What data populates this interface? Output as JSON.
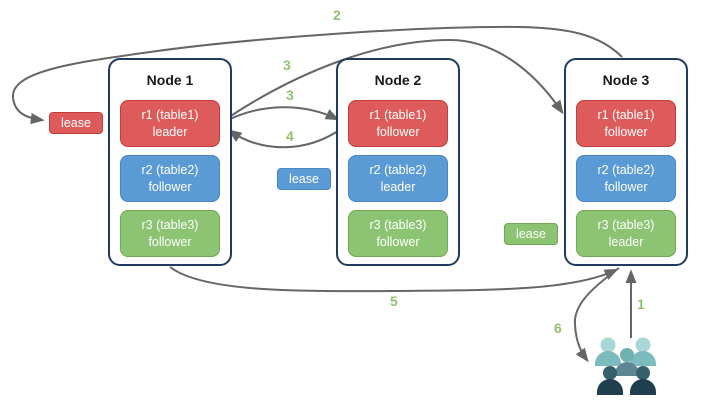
{
  "nodes": [
    {
      "title": "Node 1",
      "replicas": [
        {
          "name": "r1 (table1)",
          "role": "leader",
          "color": "red"
        },
        {
          "name": "r2 (table2)",
          "role": "follower",
          "color": "blue"
        },
        {
          "name": "r3 (table3)",
          "role": "follower",
          "color": "green"
        }
      ]
    },
    {
      "title": "Node 2",
      "replicas": [
        {
          "name": "r1 (table1)",
          "role": "follower",
          "color": "red"
        },
        {
          "name": "r2 (table2)",
          "role": "leader",
          "color": "blue"
        },
        {
          "name": "r3 (table3)",
          "role": "follower",
          "color": "green"
        }
      ]
    },
    {
      "title": "Node 3",
      "replicas": [
        {
          "name": "r1 (table1)",
          "role": "follower",
          "color": "red"
        },
        {
          "name": "r2 (table2)",
          "role": "follower",
          "color": "blue"
        },
        {
          "name": "r3 (table3)",
          "role": "leader",
          "color": "green"
        }
      ]
    }
  ],
  "leases": [
    {
      "label": "lease",
      "color": "red"
    },
    {
      "label": "lease",
      "color": "blue"
    },
    {
      "label": "lease",
      "color": "green"
    }
  ],
  "steps": [
    {
      "label": "2"
    },
    {
      "label": "3"
    },
    {
      "label": "3"
    },
    {
      "label": "4"
    },
    {
      "label": "5"
    },
    {
      "label": "6"
    },
    {
      "label": "1"
    }
  ],
  "icons": {
    "clients": "users-group-icon"
  },
  "colors": {
    "arrow": "#666666",
    "step-number": "#8fc36e",
    "node-border": "#1f3a63",
    "red-fill": "#dd5b5b",
    "red-border": "#c43c3c",
    "blue-fill": "#5b9bd5",
    "blue-border": "#4a86c6",
    "green-fill": "#8cc473",
    "green-border": "#6fa84e",
    "people-light-head": "#a9d6d6",
    "people-light-body": "#7cbcbe",
    "people-center-head": "#6fb1b3",
    "people-center-body": "#5e8593",
    "people-dark-head": "#35606e",
    "people-dark-body": "#203f4e"
  }
}
